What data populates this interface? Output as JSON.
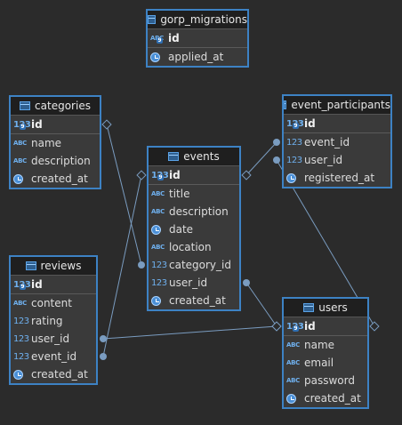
{
  "tables": [
    {
      "id": "gorp_migrations",
      "name": "gorp_migrations",
      "columns": [
        {
          "name": "id",
          "type": "abc",
          "pk": true
        },
        {
          "name": "applied_at",
          "type": "datetime",
          "pk": false
        }
      ]
    },
    {
      "id": "categories",
      "name": "categories",
      "columns": [
        {
          "name": "id",
          "type": "num",
          "pk": true
        },
        {
          "name": "name",
          "type": "abc",
          "pk": false
        },
        {
          "name": "description",
          "type": "abc",
          "pk": false
        },
        {
          "name": "created_at",
          "type": "datetime",
          "pk": false
        }
      ]
    },
    {
      "id": "event_participants",
      "name": "event_participants",
      "columns": [
        {
          "name": "id",
          "type": "num",
          "pk": true
        },
        {
          "name": "event_id",
          "type": "num",
          "pk": false
        },
        {
          "name": "user_id",
          "type": "num",
          "pk": false
        },
        {
          "name": "registered_at",
          "type": "datetime",
          "pk": false
        }
      ]
    },
    {
      "id": "events",
      "name": "events",
      "columns": [
        {
          "name": "id",
          "type": "num",
          "pk": true
        },
        {
          "name": "title",
          "type": "abc",
          "pk": false
        },
        {
          "name": "description",
          "type": "abc",
          "pk": false
        },
        {
          "name": "date",
          "type": "datetime",
          "pk": false
        },
        {
          "name": "location",
          "type": "abc",
          "pk": false
        },
        {
          "name": "category_id",
          "type": "num",
          "pk": false
        },
        {
          "name": "user_id",
          "type": "num",
          "pk": false
        },
        {
          "name": "created_at",
          "type": "datetime",
          "pk": false
        }
      ]
    },
    {
      "id": "reviews",
      "name": "reviews",
      "columns": [
        {
          "name": "id",
          "type": "num",
          "pk": true
        },
        {
          "name": "content",
          "type": "abc",
          "pk": false
        },
        {
          "name": "rating",
          "type": "num",
          "pk": false
        },
        {
          "name": "user_id",
          "type": "num",
          "pk": false
        },
        {
          "name": "event_id",
          "type": "num",
          "pk": false
        },
        {
          "name": "created_at",
          "type": "datetime",
          "pk": false
        }
      ]
    },
    {
      "id": "users",
      "name": "users",
      "columns": [
        {
          "name": "id",
          "type": "num",
          "pk": true
        },
        {
          "name": "name",
          "type": "abc",
          "pk": false
        },
        {
          "name": "email",
          "type": "abc",
          "pk": false
        },
        {
          "name": "password",
          "type": "abc",
          "pk": false
        },
        {
          "name": "created_at",
          "type": "datetime",
          "pk": false
        }
      ]
    }
  ],
  "relationships": [
    {
      "from": "events.category_id",
      "to": "categories.id"
    },
    {
      "from": "event_participants.event_id",
      "to": "events.id"
    },
    {
      "from": "event_participants.user_id",
      "to": "users.id"
    },
    {
      "from": "reviews.event_id",
      "to": "events.id"
    },
    {
      "from": "reviews.user_id",
      "to": "users.id"
    },
    {
      "from": "events.user_id",
      "to": "users.id"
    }
  ],
  "icons": {
    "abc": "ABC",
    "num": "123",
    "key": "9"
  },
  "colors": {
    "background": "#2b2b2b",
    "table_border": "#3d82c4",
    "line": "#7a9cc0"
  }
}
